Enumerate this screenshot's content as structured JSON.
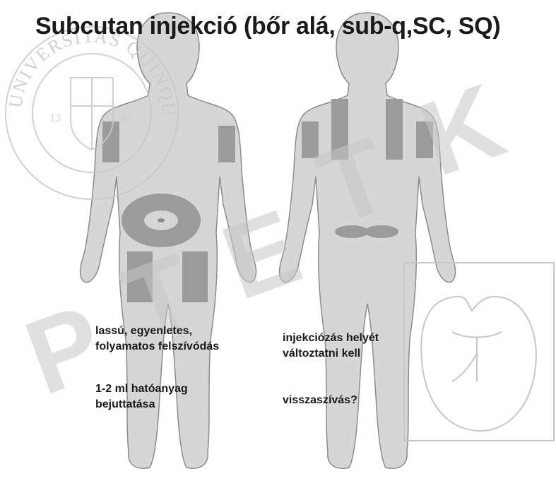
{
  "title": "Subcutan injekció (bőr alá, sub-q,SC, SQ)",
  "notes": {
    "absorption": "lassú, egyenletes,\nfolyamatos felszívódás",
    "dose": "1-2 ml hatóanyag\nbejuttatása",
    "site_rotation": "injekciózás helyét\nváltoztatni kell",
    "aspiration": "visszaszívás?"
  },
  "seal": {
    "ring_text": "UNIVERSITAS QUINQUEECCLESIENSIS",
    "year_left": "13",
    "year_right": "67"
  },
  "watermark": {
    "letters": [
      "P",
      "T",
      "E",
      "T",
      "K"
    ]
  },
  "colors": {
    "body_fill": "#d6d6d6",
    "body_outline": "#8c8c8c",
    "injection_site": "#9b9b9b",
    "watermark": "#c7c7c7",
    "seal": "#c9c9c9",
    "text": "#1a1a1a"
  }
}
